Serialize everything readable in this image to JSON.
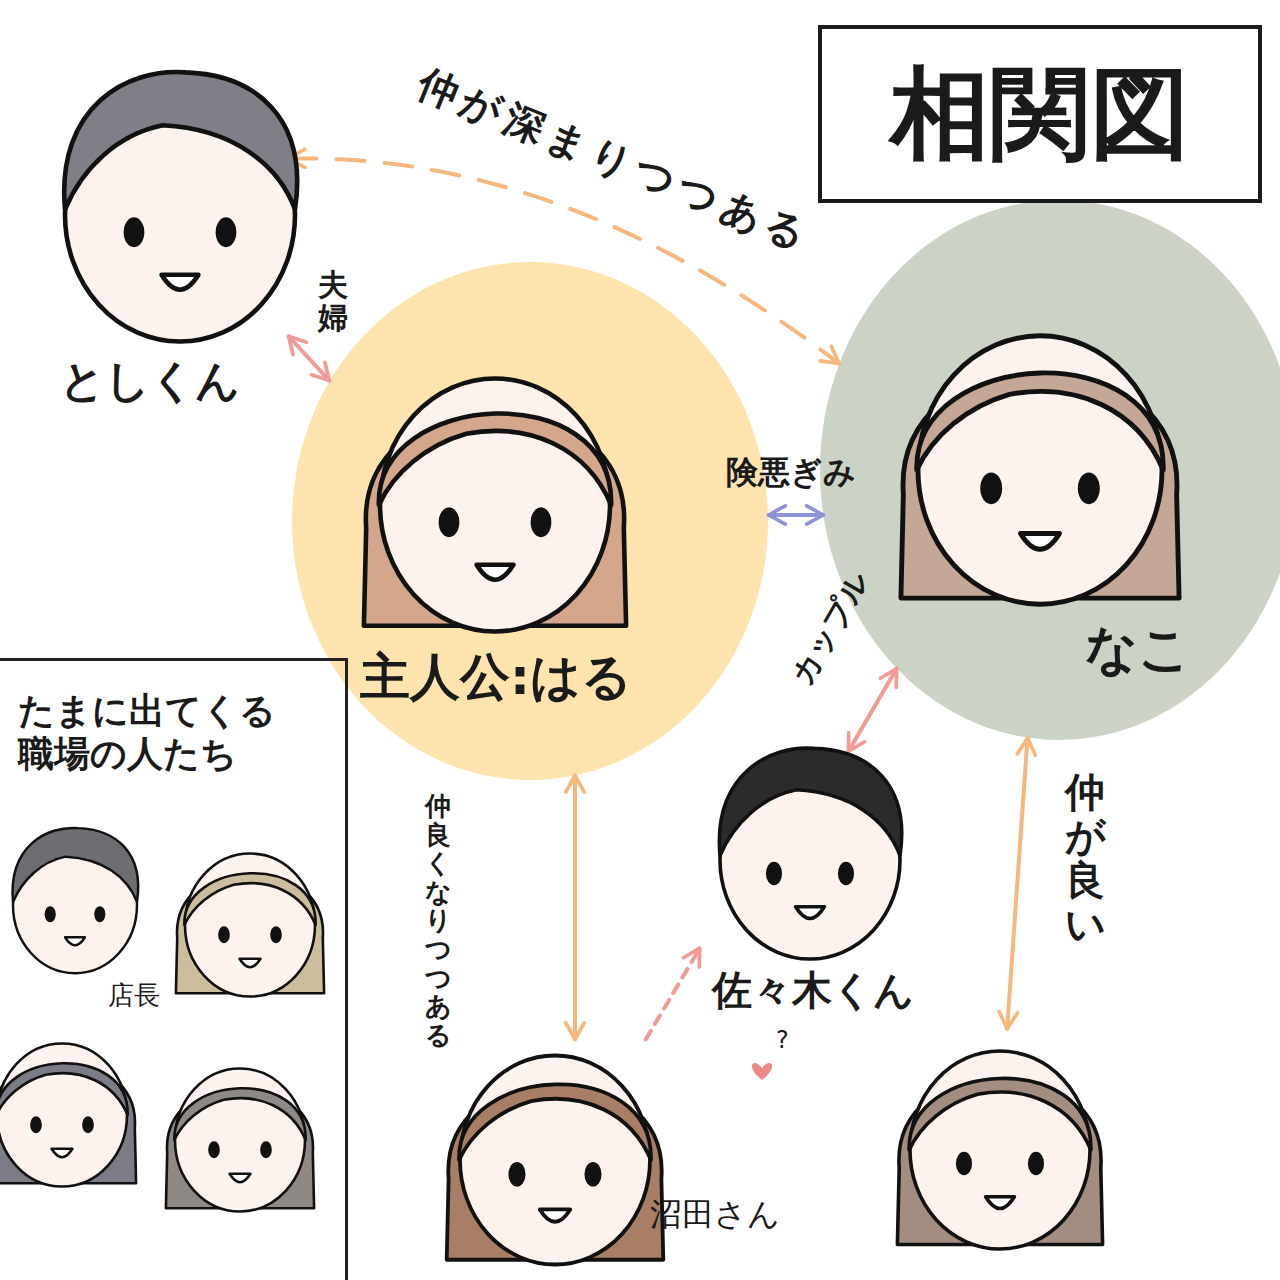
{
  "diagram": {
    "title": "相関図",
    "nodes": [
      {
        "text": [
          "としくん"
        ]
      },
      {
        "text": [
          "主人公:はる"
        ]
      },
      {
        "text": [
          "なこ"
        ]
      },
      {
        "text": [
          "佐々木くん"
        ]
      },
      {
        "text": [
          "沼田さん"
        ]
      },
      {
        "text": []
      },
      {
        "text": [
          "たまに出てくる 職場の人たち"
        ]
      }
    ],
    "edges": [
      {
        "from": 0,
        "to": 1,
        "arrow": "both",
        "label": "夫婦"
      },
      {
        "from": 0,
        "to": 2,
        "arrow": "both",
        "label": "仲が深まりつつある"
      },
      {
        "from": 1,
        "to": 2,
        "arrow": "both",
        "label": "険悪ぎみ"
      },
      {
        "from": 2,
        "to": 3,
        "arrow": "both",
        "label": "カップル"
      },
      {
        "from": 1,
        "to": 4,
        "arrow": "both",
        "label": "仲良くなり つつある"
      },
      {
        "from": 2,
        "to": 5,
        "arrow": "both",
        "label": "仲が良い"
      },
      {
        "from": 4,
        "to": 3,
        "arrow": "to"
      }
    ],
    "labels": [
      "?",
      "店長"
    ]
  }
}
